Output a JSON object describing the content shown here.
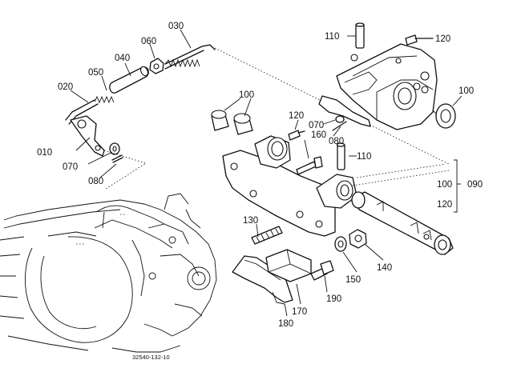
{
  "diagram": {
    "drawing_code": "32540-132-10",
    "callouts": [
      {
        "id": "010",
        "text": "010"
      },
      {
        "id": "020",
        "text": "020"
      },
      {
        "id": "030",
        "text": "030"
      },
      {
        "id": "040",
        "text": "040"
      },
      {
        "id": "050",
        "text": "050"
      },
      {
        "id": "060",
        "text": "060"
      },
      {
        "id": "070a",
        "text": "070"
      },
      {
        "id": "070b",
        "text": "070"
      },
      {
        "id": "080a",
        "text": "080"
      },
      {
        "id": "080b",
        "text": "080"
      },
      {
        "id": "090",
        "text": "090"
      },
      {
        "id": "100a",
        "text": "100"
      },
      {
        "id": "100b",
        "text": "100"
      },
      {
        "id": "100c",
        "text": "100"
      },
      {
        "id": "110a",
        "text": "110"
      },
      {
        "id": "110b",
        "text": "110"
      },
      {
        "id": "120a",
        "text": "120"
      },
      {
        "id": "120b",
        "text": "120"
      },
      {
        "id": "120c",
        "text": "120"
      },
      {
        "id": "130",
        "text": "130"
      },
      {
        "id": "140",
        "text": "140"
      },
      {
        "id": "150",
        "text": "150"
      },
      {
        "id": "160",
        "text": "160"
      },
      {
        "id": "170",
        "text": "170"
      },
      {
        "id": "180",
        "text": "180"
      },
      {
        "id": "190",
        "text": "190"
      }
    ]
  }
}
